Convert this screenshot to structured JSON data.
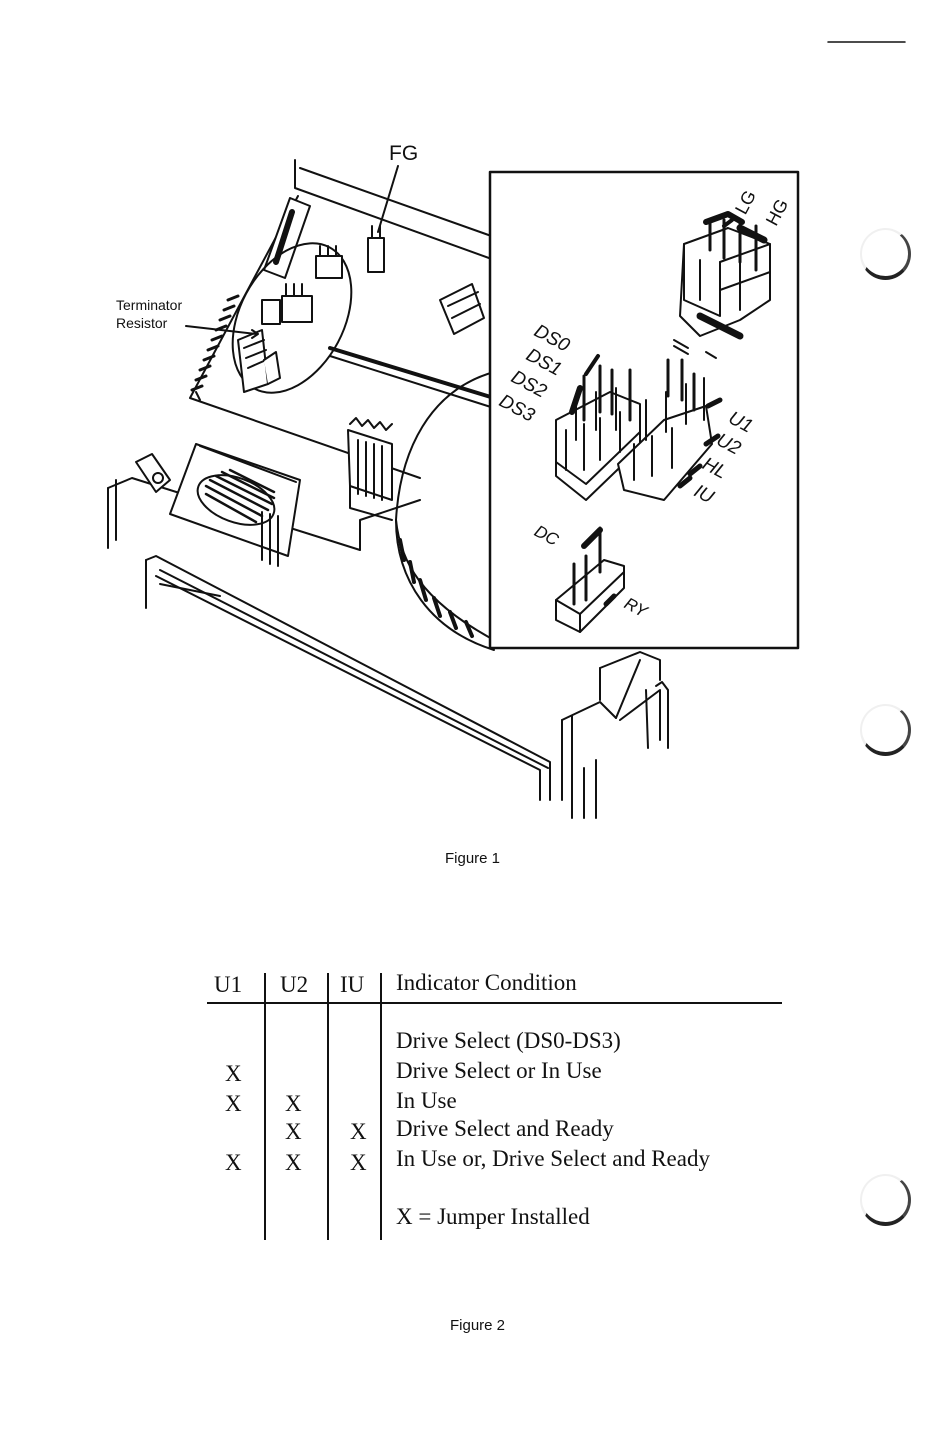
{
  "figure1": {
    "caption": "Figure 1",
    "labels": {
      "fg": "FG",
      "terminator_line1": "Terminator",
      "terminator_line2": "Resistor",
      "lg": "LG",
      "hg": "HG",
      "ds0": "DS0",
      "ds1": "DS1",
      "ds2": "DS2",
      "ds3": "DS3",
      "u1": "U1",
      "u2": "U2",
      "hl": "HL",
      "iu": "IU",
      "dc": "DC",
      "ry": "RY"
    }
  },
  "figure2": {
    "caption": "Figure 2",
    "headers": [
      "U1",
      "U2",
      "IU",
      "Indicator Condition"
    ],
    "rows": [
      {
        "u1": "",
        "u2": "",
        "iu": "",
        "condition": "Drive Select (DS0-DS3)"
      },
      {
        "u1": "X",
        "u2": "",
        "iu": "",
        "condition": "Drive Select or In Use"
      },
      {
        "u1": "X",
        "u2": "X",
        "iu": "",
        "condition": "In Use"
      },
      {
        "u1": "",
        "u2": "X",
        "iu": "X",
        "condition": "Drive Select and Ready"
      },
      {
        "u1": "X",
        "u2": "X",
        "iu": "X",
        "condition": "In Use or, Drive Select and Ready"
      }
    ],
    "legend": "X = Jumper Installed"
  }
}
